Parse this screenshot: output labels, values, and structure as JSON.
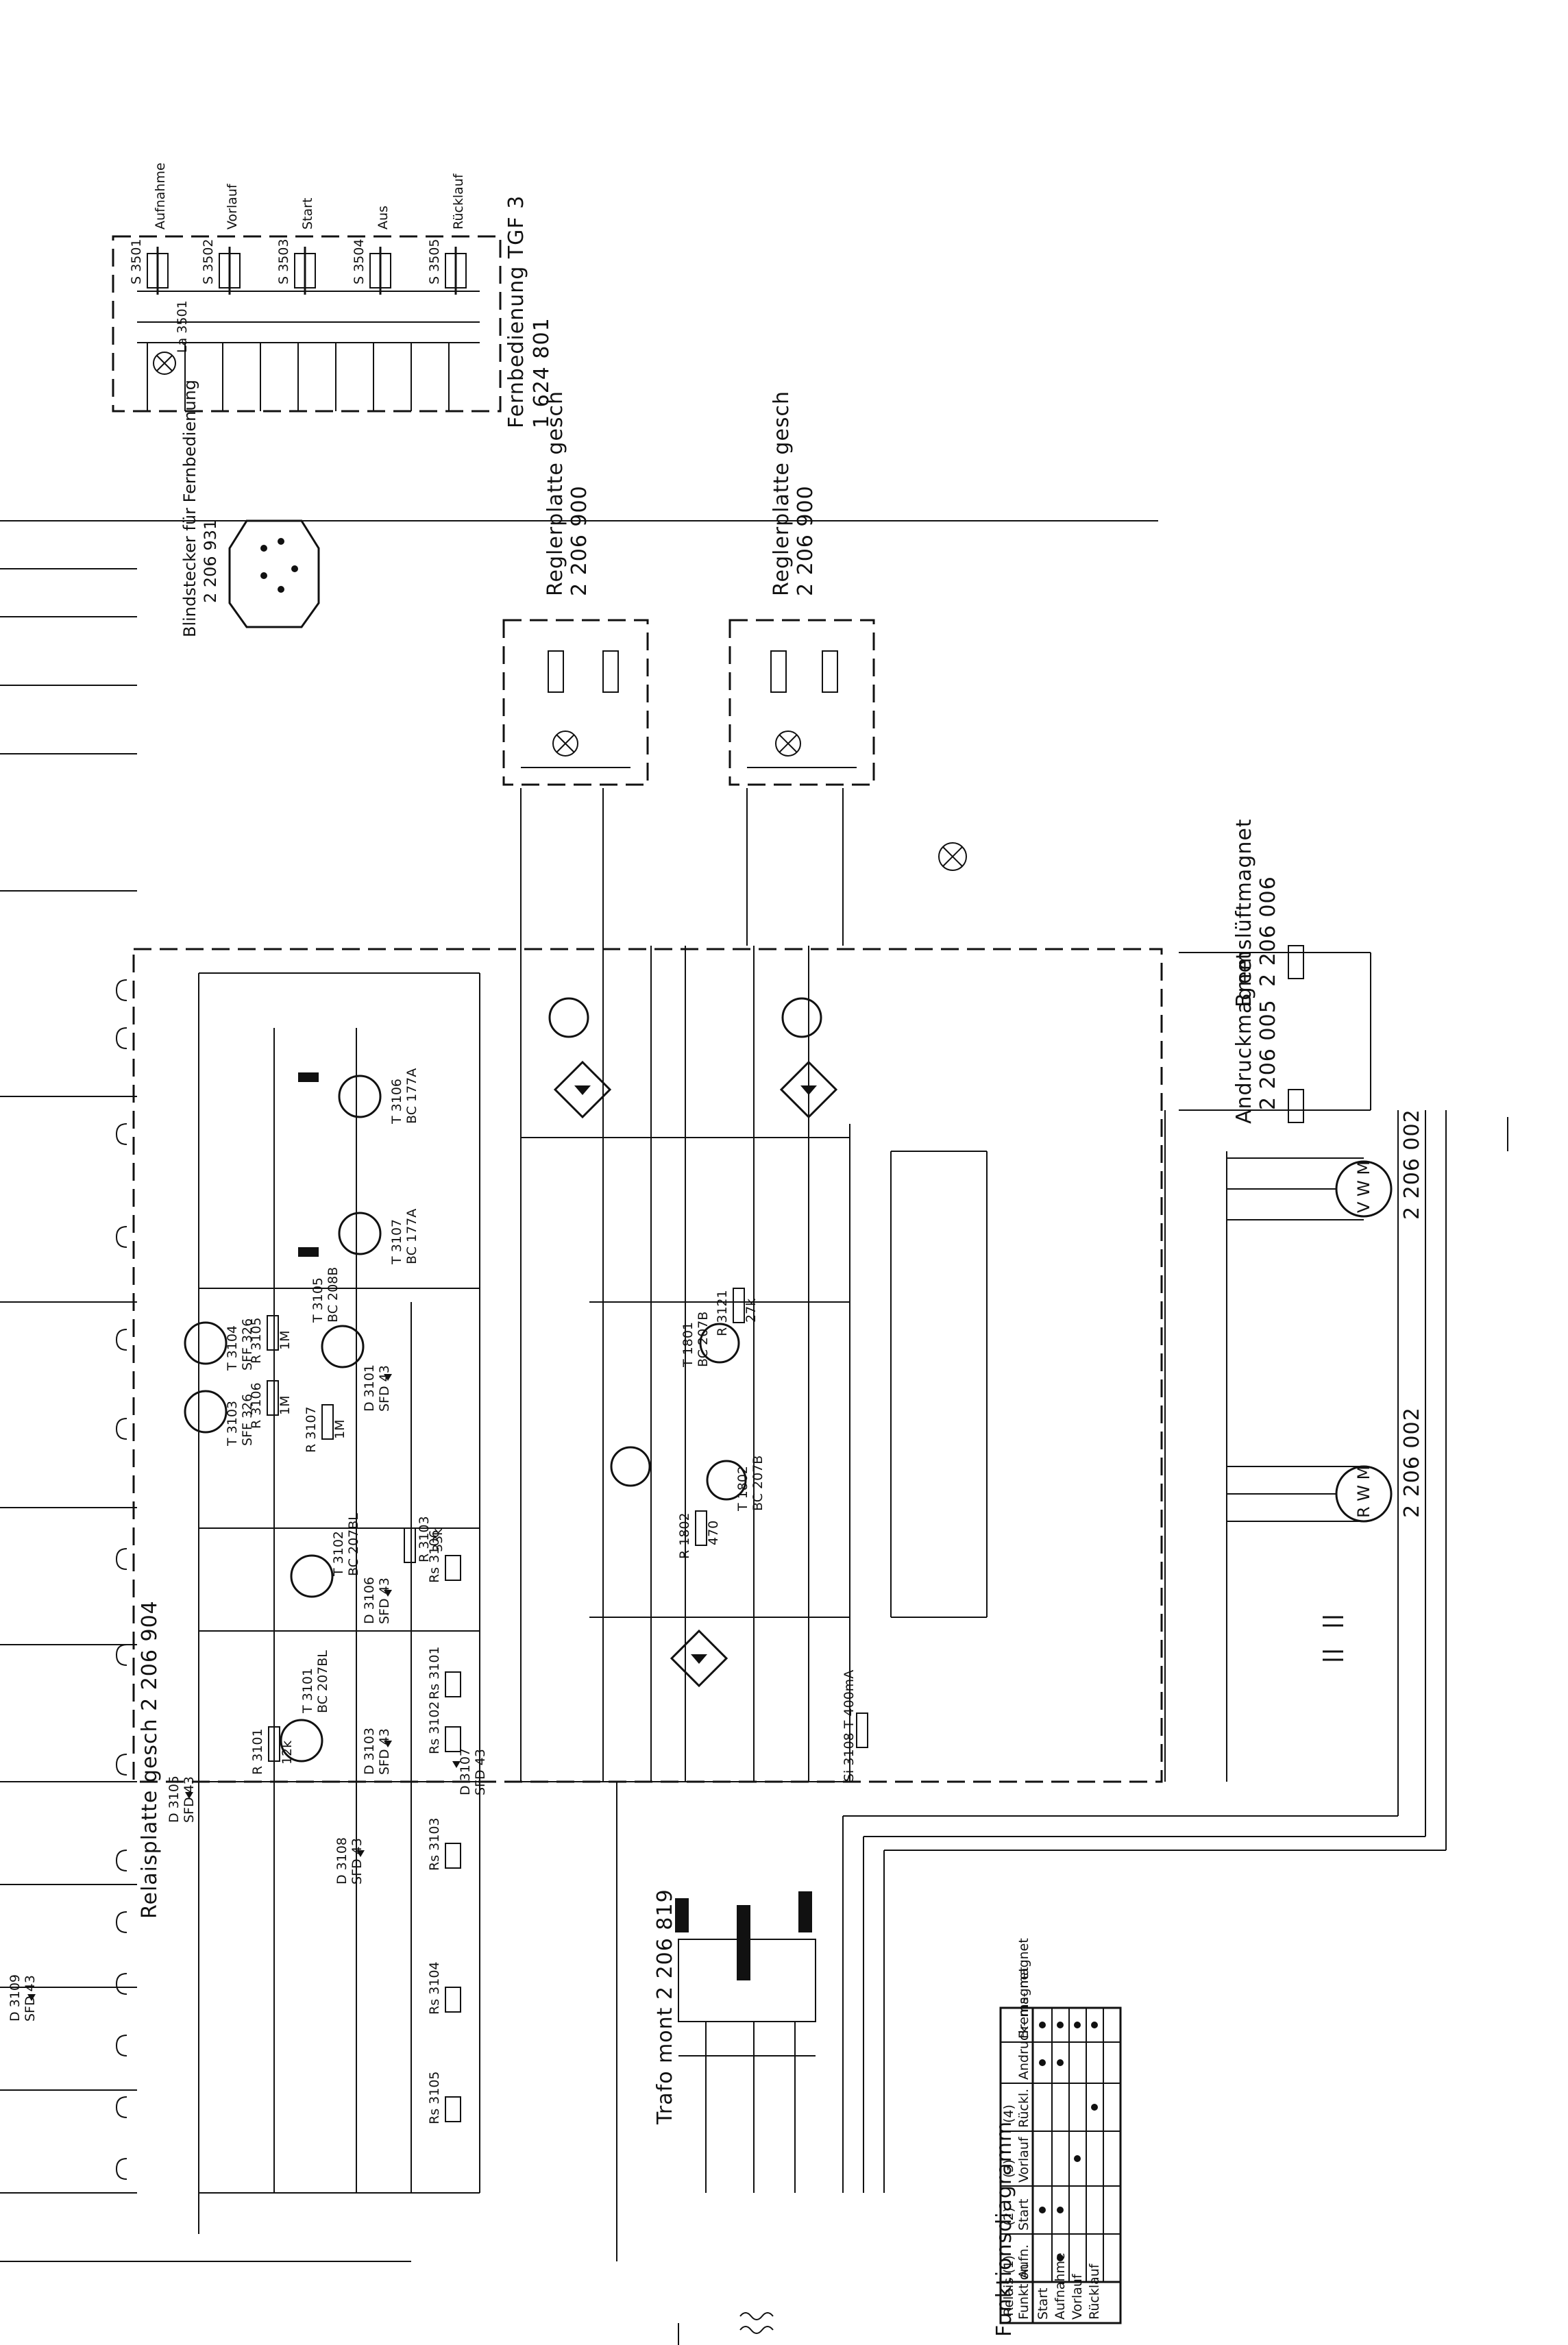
{
  "remote_control": {
    "title": "Fernbedienung  TGF 3",
    "part_no": "1 624 801",
    "lamp": "La 3501",
    "switches": [
      {
        "ref": "S 3501",
        "function": "Aufnahme"
      },
      {
        "ref": "S 3502",
        "function": "Vorlauf"
      },
      {
        "ref": "S 3503",
        "function": "Start"
      },
      {
        "ref": "S 3504",
        "function": "Aus"
      },
      {
        "ref": "S 3505",
        "function": "Rücklauf"
      }
    ]
  },
  "blind_plug": {
    "label": "Blindstecker für Fernbedienung",
    "part_no": "2 206 931"
  },
  "regulator_plates": [
    {
      "label": "Reglerplatte  gesch",
      "part_no": "2 206 900"
    },
    {
      "label": "Reglerplatte  gesch",
      "part_no": "2 206 900"
    }
  ],
  "relay_plate": {
    "label": "Relaisplatte  gesch  2 206 904"
  },
  "transformer": {
    "label": "Trafo mont 2 206 819"
  },
  "magnets": [
    {
      "label": "Bremslüftmagnet",
      "part_no": "2 206 006"
    },
    {
      "label": "Andruckmagnet",
      "part_no": "2 206 005"
    }
  ],
  "motors": [
    {
      "label": "V W M",
      "part_no": "2 206 002"
    },
    {
      "label": "R W M",
      "part_no": "2 206 002"
    }
  ],
  "transistors": [
    {
      "ref": "T 3101",
      "type": "BC 207BL"
    },
    {
      "ref": "T 3102",
      "type": "BC 207BL"
    },
    {
      "ref": "T 3103",
      "type": "SFF 326"
    },
    {
      "ref": "T 3104",
      "type": "SFF 326"
    },
    {
      "ref": "T 3105",
      "type": "BC 208B"
    },
    {
      "ref": "T 3106",
      "type": "BC 177A"
    },
    {
      "ref": "T 3107",
      "type": "BC 177A"
    },
    {
      "ref": "T 1801",
      "type": "BC 207B"
    },
    {
      "ref": "T 1802",
      "type": "BC 207B"
    }
  ],
  "diodes": [
    {
      "ref": "D 3101",
      "type": "SFD 43"
    },
    {
      "ref": "D 3103",
      "type": "SFD 43"
    },
    {
      "ref": "D 3105",
      "type": "SFD 43"
    },
    {
      "ref": "D 3106",
      "type": "SFD 43"
    },
    {
      "ref": "D 3107",
      "type": "SFD 43"
    },
    {
      "ref": "D 3108",
      "type": "SFD 43"
    },
    {
      "ref": "D 3109",
      "type": "SFD 43"
    }
  ],
  "relays": [
    "Rs 3101",
    "Rs 3102",
    "Rs 3103",
    "Rs 3104",
    "Rs 3105",
    "Rs 3106"
  ],
  "resistors": [
    {
      "ref": "R 3101",
      "value": "12k"
    },
    {
      "ref": "R 3103",
      "value": "33k"
    },
    {
      "ref": "R 3105",
      "value": "1M"
    },
    {
      "ref": "R 3106",
      "value": "1M"
    },
    {
      "ref": "R 3107",
      "value": "1M"
    },
    {
      "ref": "R 1802",
      "value": "470"
    },
    {
      "ref": "R 3121",
      "value": "27k"
    }
  ],
  "fuse_note": "Si 3108  T 400mA",
  "function_diagram": {
    "title": "Funktionsdiagramm",
    "corner_top": "Relais",
    "corner_bottom": "Funktion",
    "columns": [
      "Aufn.",
      "Start",
      "Vorlauf",
      "Rückl.",
      "Andruck- magnet",
      "Brems- magnet"
    ],
    "column_codes": [
      "(1)",
      "(2)",
      "(3)",
      "(4)",
      "",
      ""
    ],
    "rows": [
      "Start",
      "Aufnahme",
      "Vorlauf",
      "Rücklauf"
    ],
    "marks": [
      [
        false,
        true,
        false,
        false,
        true,
        true
      ],
      [
        true,
        true,
        false,
        false,
        true,
        true
      ],
      [
        false,
        false,
        true,
        false,
        false,
        true
      ],
      [
        false,
        false,
        false,
        true,
        false,
        true
      ]
    ]
  }
}
